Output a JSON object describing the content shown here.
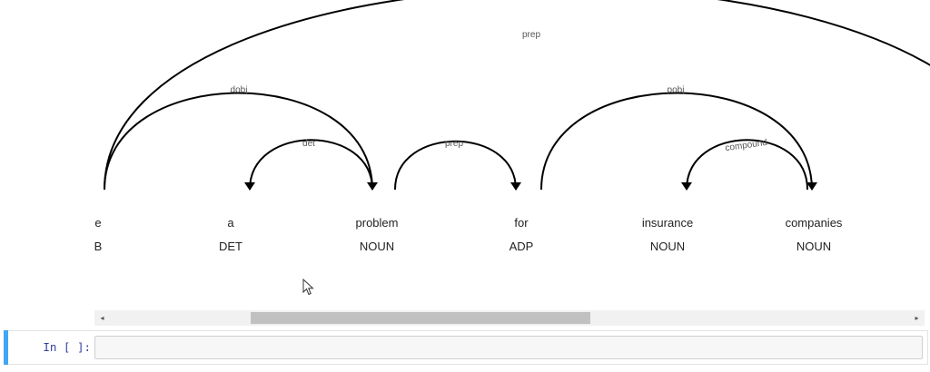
{
  "parse": {
    "words": [
      {
        "text": "e",
        "tag": "B"
      },
      {
        "text": "a",
        "tag": "DET"
      },
      {
        "text": "problem",
        "tag": "NOUN"
      },
      {
        "text": "for",
        "tag": "ADP"
      },
      {
        "text": "insurance",
        "tag": "NOUN"
      },
      {
        "text": "companies",
        "tag": "NOUN"
      }
    ],
    "arcs": [
      {
        "label": "prep",
        "from": 0,
        "to": 6
      },
      {
        "label": "dobj",
        "from": 0,
        "to": 2
      },
      {
        "label": "det",
        "from": 2,
        "to": 1
      },
      {
        "label": "prep",
        "from": 2,
        "to": 3
      },
      {
        "label": "pobj",
        "from": 3,
        "to": 5
      },
      {
        "label": "compound",
        "from": 5,
        "to": 4
      }
    ]
  },
  "cell": {
    "prompt": "In [ ]:",
    "code": ""
  },
  "scrollbar": {
    "left_arrow": "◂",
    "right_arrow": "▸"
  }
}
